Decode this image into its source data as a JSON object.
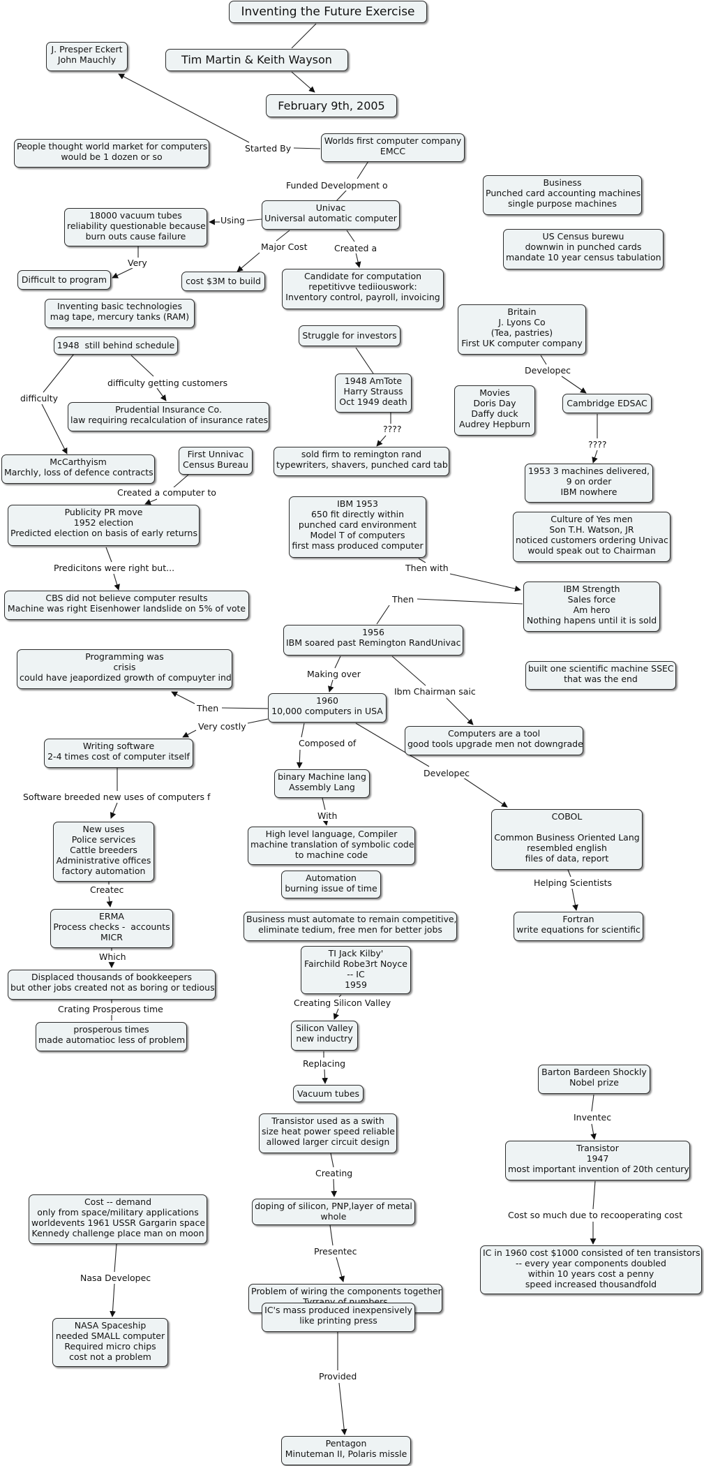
{
  "nodes": {
    "title": "Inventing the Future Exercise",
    "authors": "Tim Martin & Keith Wayson",
    "date": "February 9th, 2005",
    "eckert": "J. Presper Eckert\nJohn Mauchly",
    "market": "People thought world market for computers\nwould be 1 dozen or so",
    "emcc": "Worlds first computer company\nEMCC",
    "business": "Business\nPunched card accounting machines\nsingle purpose machines",
    "univac": "Univac\nUniversal automatic computer",
    "census": "US Census burewu\ndownwin in punched cards\nmandate 10 year census tabulation",
    "vacuum18000": "18000 vacuum tubes\nreliability questionable because\nburn outs cause failure",
    "difficult": "Difficult to program",
    "cost3m": "cost $3M to build",
    "candidate": "Candidate for computation\nrepetitivve tediiouswork:\nInventory control, payroll, invoicing",
    "inventing": "Inventing basic technologies\nmag tape, mercury tanks (RAM)",
    "struggle": "Struggle for investors",
    "britain": "Britain\nJ. Lyons Co\n(Tea, pastries)\nFirst UK computer company",
    "behind": "1948  still behind schedule",
    "amtote": "1948 AmTote\nHarry Strauss\nOct 1949 death",
    "movies": "Movies\nDoris Day\nDaffy duck\nAudrey Hepburn",
    "edsac": "Cambridge EDSAC",
    "prudential": "Prudential Insurance Co.\nlaw requiring recalculation of insurance rates",
    "mccarthyism": "McCarthyism\nMarchly, loss of defence contracts",
    "firstunivac": "First Unnivac\nCensus Bureau",
    "remington": "sold firm to remington rand\ntypewriters, shavers, punched card tab",
    "edsac1953": "1953 3 machines delivered,\n9 on order\nIBM nowhere",
    "publicity": "Publicity PR move\n1952 election\nPredicted election on basis of early returns",
    "ibm1953": "IBM 1953\n650 fit directly within\npunched card environment\nModel T of computers\nfirst mass produced computer",
    "culture": "Culture of Yes men\nSon T.H. Watson, JR\nnoticed customers ordering Univac\nwould speak out to Chairman",
    "cbs": "CBS did not believe computer results\nMachine was right Eisenhower landslide on 5% of vote",
    "ibmstrength": "IBM Strength\nSales force\nAm hero\nNothing hapens until it is sold",
    "y1956": "1956\nIBM soared past Remington RandUnivac",
    "programming": "Programming was\ncrisis\ncould have jeapordized growth of compuyter ind",
    "ssec": "built one scientific machine SSEC\nthat was the end",
    "y1960": "1960\n10,000 computers in USA",
    "tool": "Computers are a tool\ngood tools upgrade men not downgrade",
    "software": "Writing software\n2-4 times cost of computer itself",
    "binary": "binary Machine lang\nAssembly Lang",
    "cobol": "COBOL\n\nCommon Business Oriented Lang\nresembled english\nfiles of data, report",
    "newuses": "New uses\nPolice services\nCattle breeders\nAdministrative offices\nfactory automation",
    "highlevel": "High level language, Compiler\nmachine translation of symbolic code\nto machine code",
    "automation": "Automation\nburning issue of time",
    "erma": "ERMA\nProcess checks -  accounts\nMICR",
    "businessauto": "Business must automate to remain competitive,\neliminate tedium, free men for better jobs",
    "fortran": "Fortran\nwrite equations for scientific",
    "tijack": "TI Jack Kilby'\nFairchild Robe3rt Noyce\n-- IC\n1959",
    "displaced": "Displaced thousands of bookkeepers\nbut other jobs created not as boring or tedious",
    "prosperous": "prosperous times\nmade automatioc less of problem",
    "silicon": "Silicon Valley\nnew inductry",
    "vacuumtubes": "Vacuum tubes",
    "barton": "Barton Bardeen Shockly\nNobel prize",
    "transistorused": "Transistor used as a swith\nsize heat power speed reliable\nallowed larger circuit design",
    "transistor": "Transistor\n1947\nmost important invention of 20th century",
    "costdemand": "Cost -- demand\nonly from space/military applications\nworldevents 1961 USSR Gargarin space\nKennedy challenge place man on moon",
    "doping": "doping of silicon, PNP,layer of metal\nwhole",
    "ic1960": "IC in 1960 cost $1000 consisted of ten transistors\n-- every year components doubled\nwithin 10 years cost a penny\nspeed increased thousandfold",
    "wiring": "Problem of wiring the components together\nTyrrany of numbers",
    "nasa": "NASA Spaceship\nneeded SMALL computer\nRequired micro chips\ncost not a problem",
    "massproduced": "IC's mass produced inexpensively\nlike printing press",
    "pentagon": "Pentagon\nMinuteman II, Polaris missle"
  },
  "links": {
    "startedby": "Started By",
    "funded": "Funded Development o",
    "using": "Using",
    "majorcost": "Major Cost",
    "createda": "Created a",
    "very": "Very",
    "difficulty": "difficulty",
    "diffcustomers": "difficulty getting customers",
    "developed1": "Developec",
    "q1": "????",
    "q2": "????",
    "createdcomputer": "Created a computer to",
    "predictions": "Predicitons were right but...",
    "thenwith": "Then with",
    "then1": "Then",
    "makingover": "Making over",
    "ibmchairman": "Ibm Chairman saic",
    "then2": "Then",
    "verycostly": "Very costly",
    "composed": "Composed of",
    "developed2": "Developec",
    "softwarebreeded": "Software breeded new uses of computers f",
    "with": "With",
    "created2": "Createc",
    "helping": "Helping Scientists",
    "which": "Which",
    "crating": "Crating Prosperous time",
    "creatingsilicon": "Creating Silicon Valley",
    "replacing": "Replacing",
    "invented": "Inventec",
    "creating": "Creating",
    "costsomuch": "Cost so much due to recooperating cost",
    "nasadev": "Nasa Developec",
    "presented": "Presentec",
    "provided": "Provided"
  }
}
